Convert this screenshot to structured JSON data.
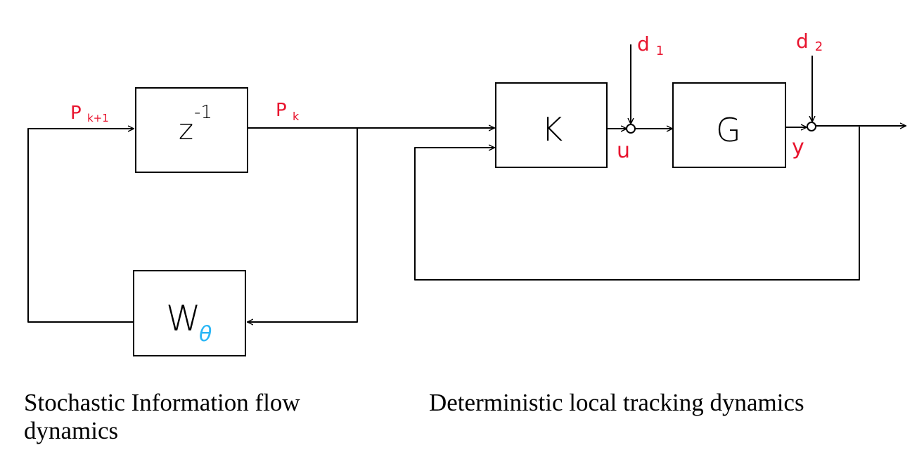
{
  "blocks": {
    "delay": {
      "label": "z",
      "superscript": "-1"
    },
    "w": {
      "label": "W",
      "subscript": "θ"
    },
    "controller": {
      "label": "K"
    },
    "plant": {
      "label": "G"
    }
  },
  "signals": {
    "p_next": {
      "base": "P",
      "subscript": "k+1"
    },
    "p_k": {
      "base": "P",
      "subscript": "k"
    },
    "u": "u",
    "y": "y",
    "d1": {
      "base": "d",
      "subscript": "1"
    },
    "d2": {
      "base": "d",
      "subscript": "2"
    }
  },
  "captions": {
    "left": "Stochastic Information flow dynamics",
    "right": "Deterministic local tracking dynamics"
  },
  "colors": {
    "line": "#000000",
    "signal_label": "#e8142e",
    "theta_subscript": "#29b6f6"
  }
}
